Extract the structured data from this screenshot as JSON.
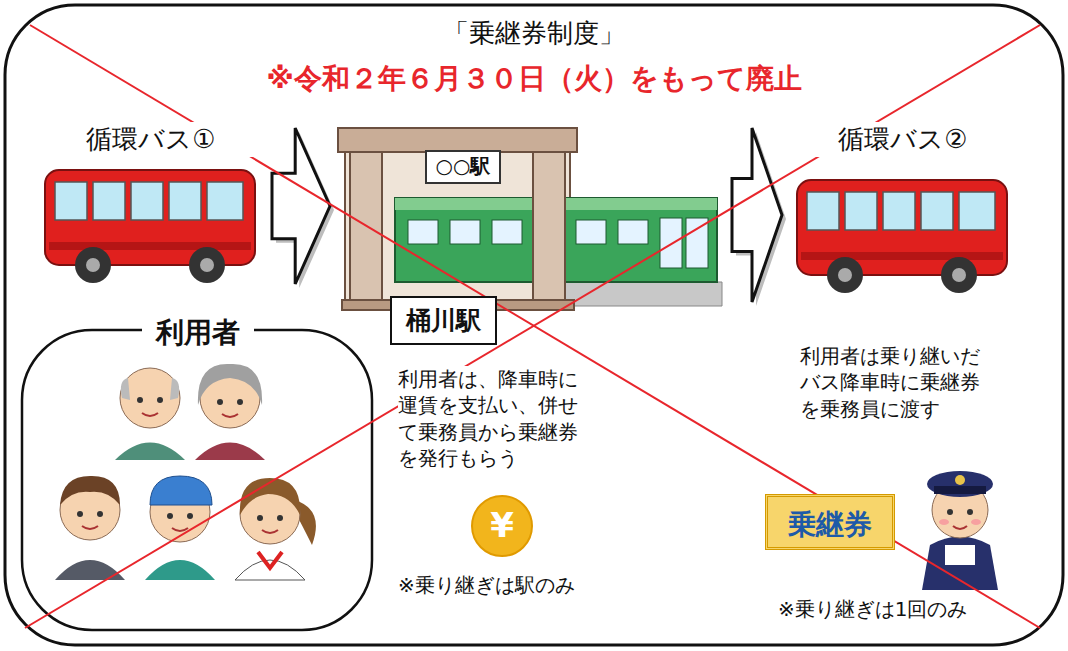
{
  "diagram": {
    "title": "「乗継券制度」",
    "nodes": [
      {
        "text": [
          "循環バス①"
        ]
      },
      {
        "text": [
          "○○駅"
        ]
      },
      {
        "text": [
          "循環バス②"
        ]
      },
      {
        "text": [
          "利用者"
        ]
      },
      {
        "text": [
          "桶川駅"
        ]
      },
      {
        "text": [
          "¥"
        ]
      },
      {
        "text": [
          "乗継券"
        ]
      }
    ],
    "edges": [
      {
        "from": 0,
        "to": 1,
        "arrow": "to"
      },
      {
        "from": 1,
        "to": 2,
        "arrow": "to"
      }
    ],
    "labels": [
      "※令和２年６月３０日（火）をもって廃止",
      "利用者は、降車時に運賃を支払い、併せて乗務員から乗継券を発行もらう",
      "※乗り継ぎは駅のみ",
      "利用者は乗り継いだバス降車時に乗継券を乗務員に渡す",
      "※乗り継ぎは1回のみ"
    ]
  }
}
